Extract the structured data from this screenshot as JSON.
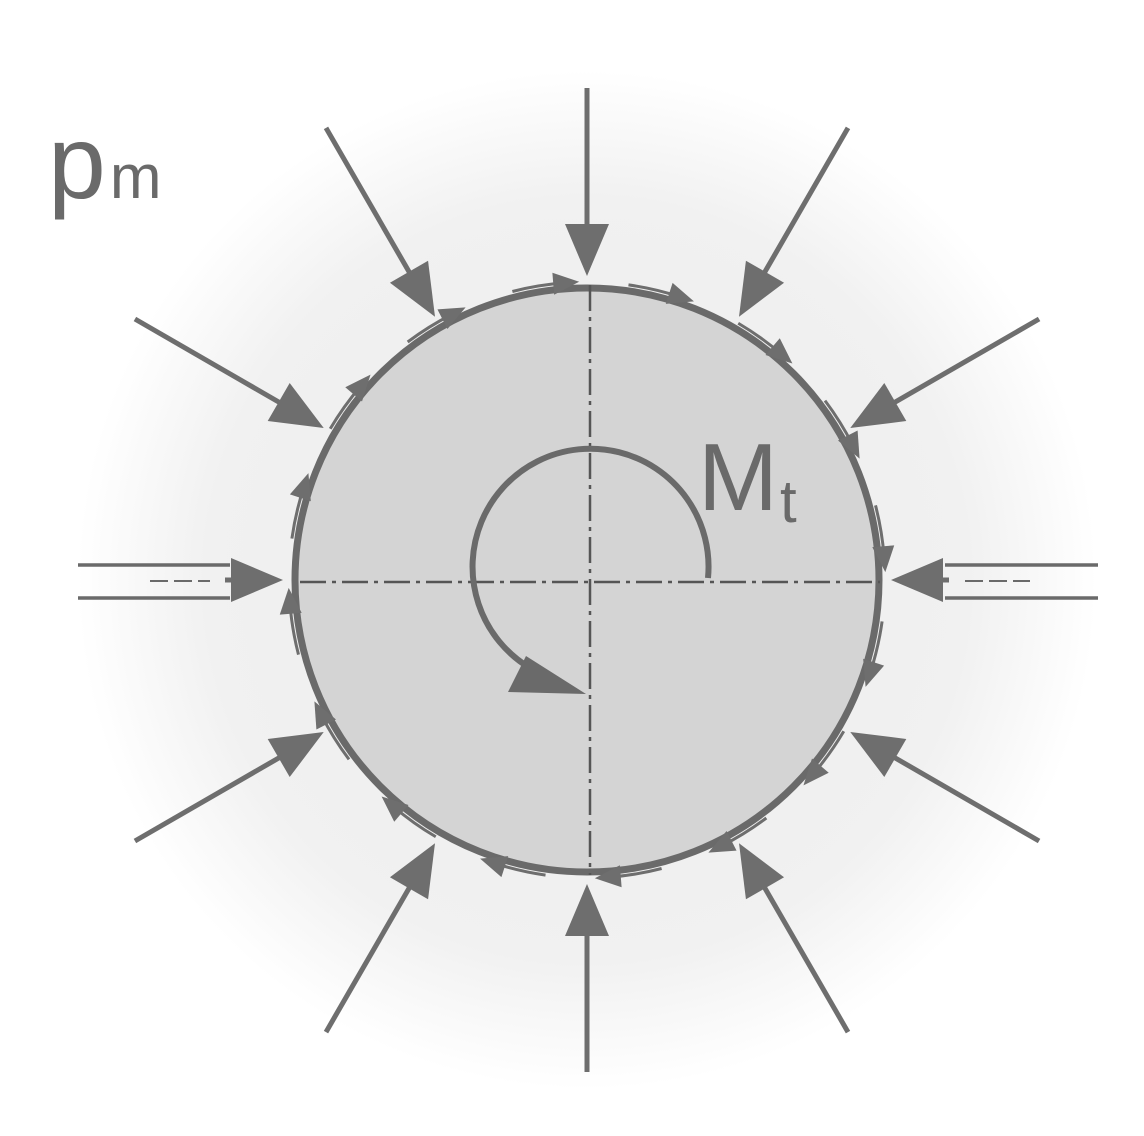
{
  "labels": {
    "pressure_symbol": "p",
    "pressure_subscript": "m",
    "torque_symbol": "M",
    "torque_subscript": "t"
  },
  "colors": {
    "arrow": "#6e6e6e",
    "shaft_fill": "#d4d4d4",
    "halo": "#f1f1f1",
    "outline": "#6a6a6a",
    "centerline": "#555555",
    "text": "#6a6a6a"
  },
  "radial_arrow_count": 12,
  "tangential_arrow_count": 16
}
